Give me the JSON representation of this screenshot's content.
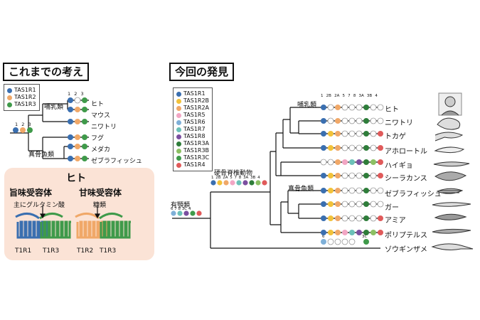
{
  "left_title": "これまでの考え",
  "right_title": "今回の発見",
  "left_legend": [
    {
      "label": "TAS1R1",
      "color": "#3a6fb0"
    },
    {
      "label": "TAS1R2",
      "color": "#f0a868"
    },
    {
      "label": "TAS1R3",
      "color": "#3f9a4a"
    }
  ],
  "right_legend": [
    {
      "label": "TAS1R1",
      "color": "#3a6fb0"
    },
    {
      "label": "TAS1R2B",
      "color": "#f2c23a"
    },
    {
      "label": "TAS1R2A",
      "color": "#f0a868"
    },
    {
      "label": "TAS1R5",
      "color": "#f2a6c4"
    },
    {
      "label": "TAS1R6",
      "color": "#7fb0d8"
    },
    {
      "label": "TAS1R7",
      "color": "#6cc1b8"
    },
    {
      "label": "TAS1R8",
      "color": "#7b4fa0"
    },
    {
      "label": "TAS1R3A",
      "color": "#2e7d3a"
    },
    {
      "label": "TAS1R3B",
      "color": "#8cc063"
    },
    {
      "label": "TAS1R3C",
      "color": "#3f9a4a"
    },
    {
      "label": "TAS1R4",
      "color": "#e05a5a"
    }
  ],
  "left_tree": {
    "header": [
      "1",
      "2",
      "3"
    ],
    "root_header": [
      "1",
      "2",
      "3"
    ],
    "mammals_label": "哺乳類",
    "teleost_label": "真骨魚類",
    "species": [
      "ヒト",
      "マウス",
      "ニワトリ",
      "フグ",
      "メダカ",
      "ゼブラフィッシュ"
    ]
  },
  "human_panel": {
    "title": "ヒト",
    "umami_title": "旨味受容体",
    "sweet_title": "甘味受容体",
    "umami_ligand": "主にグルタミン酸",
    "sweet_ligand": "糖類",
    "umami_labels": [
      "T1R1",
      "T1R3"
    ],
    "sweet_labels": [
      "T1R2",
      "T1R3"
    ],
    "colors": {
      "t1r1": "#3a6fb0",
      "t1r3": "#3f9a4a",
      "t1r2": "#f0a868"
    }
  },
  "right_tree": {
    "gnathostome_label": "有顎類",
    "gnathostome_header": [
      "6",
      "7",
      "8",
      "3C",
      "4"
    ],
    "osteichthyes_label": "硬骨脊椎動物",
    "osteichthyes_header": [
      "1",
      "2B",
      "2A",
      "5",
      "7",
      "8",
      "3A",
      "3B",
      "4"
    ],
    "mammals_label": "哺乳類",
    "mammals_header": [
      "1",
      "2B",
      "2A",
      "5",
      "7",
      "8",
      "3A",
      "3B",
      "4"
    ],
    "teleost_label": "真骨魚類",
    "chimaera_header": [
      "6",
      "3C"
    ],
    "species": [
      "ヒト",
      "ニワトリ",
      "トカゲ",
      "アホロートル",
      "ハイギョ",
      "シーラカンス",
      "ゼブラフィッシュ",
      "ガー",
      "アミア",
      "ポリプテルス",
      "ゾウギンザメ"
    ]
  }
}
